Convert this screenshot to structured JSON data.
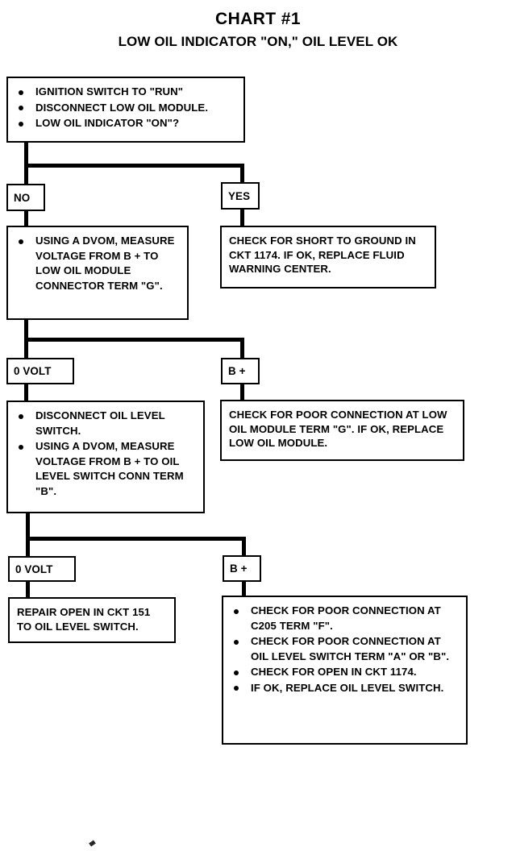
{
  "chart_data": {
    "type": "diagram",
    "title": "CHART #1",
    "subtitle": "LOW OIL INDICATOR \"ON,\" OIL LEVEL OK",
    "diagram_kind": "troubleshooting-flowchart",
    "nodes": [
      {
        "id": "start",
        "kind": "bullet-box",
        "items": [
          "IGNITION SWITCH TO \"RUN\"",
          "DISCONNECT LOW OIL MODULE.",
          "LOW OIL INDICATOR \"ON\"?"
        ]
      },
      {
        "id": "branch-no-1",
        "kind": "label",
        "text": "NO"
      },
      {
        "id": "branch-yes-1",
        "kind": "label",
        "text": "YES"
      },
      {
        "id": "dvom-1",
        "kind": "bullet-box",
        "items": [
          "USING A DVOM, MEASURE VOLTAGE FROM B + TO LOW OIL MODULE CONNECTOR TERM \"G\"."
        ]
      },
      {
        "id": "short-ground",
        "kind": "para-box",
        "text": "CHECK FOR SHORT TO GROUND IN CKT 1174. IF OK, REPLACE FLUID WARNING CENTER."
      },
      {
        "id": "volt-0-1",
        "kind": "label",
        "text": "0 VOLT"
      },
      {
        "id": "bplus-1",
        "kind": "label",
        "text": "B +"
      },
      {
        "id": "dvom-2",
        "kind": "bullet-box",
        "items": [
          "DISCONNECT OIL LEVEL SWITCH.",
          "USING A DVOM, MEASURE VOLTAGE FROM B + TO OIL LEVEL SWITCH CONN TERM \"B\"."
        ]
      },
      {
        "id": "poor-conn-g",
        "kind": "para-box",
        "text": "CHECK FOR POOR CONNECTION AT LOW OIL MODULE TERM \"G\". IF OK, REPLACE LOW OIL MODULE."
      },
      {
        "id": "volt-0-2",
        "kind": "label",
        "text": "0 VOLT"
      },
      {
        "id": "bplus-2",
        "kind": "label",
        "text": "B +"
      },
      {
        "id": "repair-open",
        "kind": "para-box",
        "text": "REPAIR OPEN IN CKT 151 TO OIL LEVEL SWITCH."
      },
      {
        "id": "final-checks",
        "kind": "bullet-box",
        "items": [
          "CHECK FOR POOR CONNECTION AT C205 TERM \"F\".",
          "CHECK FOR POOR CONNECTION AT OIL LEVEL SWITCH TERM \"A\" OR  \"B\".",
          "CHECK FOR OPEN IN CKT 1174.",
          "IF OK, REPLACE OIL LEVEL SWITCH."
        ]
      }
    ],
    "edges": [
      {
        "from": "start",
        "to": "branch-no-1",
        "label": "NO"
      },
      {
        "from": "start",
        "to": "branch-yes-1",
        "label": "YES"
      },
      {
        "from": "branch-no-1",
        "to": "dvom-1"
      },
      {
        "from": "branch-yes-1",
        "to": "short-ground"
      },
      {
        "from": "dvom-1",
        "to": "volt-0-1",
        "label": "0 VOLT"
      },
      {
        "from": "dvom-1",
        "to": "bplus-1",
        "label": "B +"
      },
      {
        "from": "volt-0-1",
        "to": "dvom-2"
      },
      {
        "from": "bplus-1",
        "to": "poor-conn-g"
      },
      {
        "from": "dvom-2",
        "to": "volt-0-2",
        "label": "0 VOLT"
      },
      {
        "from": "dvom-2",
        "to": "bplus-2",
        "label": "B +"
      },
      {
        "from": "volt-0-2",
        "to": "repair-open"
      },
      {
        "from": "bplus-2",
        "to": "final-checks"
      }
    ],
    "colors": {
      "ink": "#000000",
      "background": "#ffffff"
    }
  },
  "header": {
    "title": "CHART #1",
    "subtitle": "LOW OIL INDICATOR \"ON,\" OIL LEVEL OK"
  },
  "boxes": {
    "start": {
      "item_0": "IGNITION SWITCH TO \"RUN\"",
      "item_1": "DISCONNECT LOW OIL MODULE.",
      "item_2": "LOW OIL INDICATOR \"ON\"?"
    },
    "branch_no_1": {
      "label": "NO"
    },
    "branch_yes_1": {
      "label": "YES"
    },
    "dvom_1": {
      "item_0": "USING A DVOM, MEASURE VOLTAGE FROM B +  TO LOW OIL MODULE CONNECTOR TERM \"G\"."
    },
    "short_ground": {
      "text": "CHECK FOR SHORT TO GROUND IN CKT 1174.  IF OK, REPLACE FLUID WARNING CENTER."
    },
    "volt_0_1": {
      "label": "0 VOLT"
    },
    "bplus_1": {
      "label": "B +"
    },
    "dvom_2": {
      "item_0": "DISCONNECT OIL LEVEL SWITCH.",
      "item_1": "USING A DVOM, MEASURE VOLTAGE FROM B +  TO OIL LEVEL SWITCH CONN TERM \"B\"."
    },
    "poor_conn_g": {
      "text": "CHECK FOR POOR CONNECTION AT LOW OIL MODULE TERM \"G\".  IF OK, REPLACE LOW OIL MODULE."
    },
    "volt_0_2": {
      "label": "0 VOLT"
    },
    "bplus_2": {
      "label": "B +"
    },
    "repair_open": {
      "text": "REPAIR OPEN IN CKT 151 TO OIL LEVEL SWITCH."
    },
    "final_checks": {
      "item_0": "CHECK FOR POOR CONNECTION AT C205 TERM \"F\".",
      "item_1": "CHECK FOR POOR CONNECTION AT OIL LEVEL SWITCH TERM \"A\" OR  \"B\".",
      "item_2": "CHECK FOR OPEN IN CKT 1174.",
      "item_3": "IF OK, REPLACE OIL LEVEL SWITCH."
    }
  }
}
